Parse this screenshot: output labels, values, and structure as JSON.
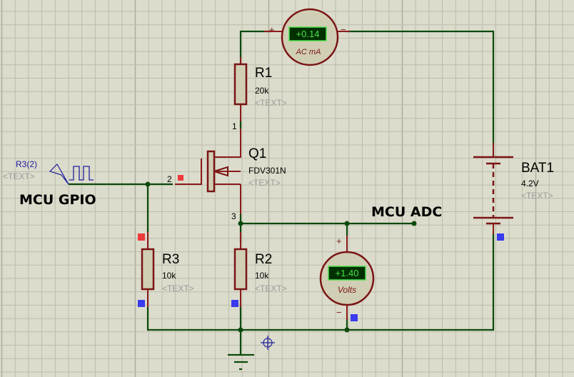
{
  "canvas": {
    "background": "#dcdccc",
    "grid_color": "#bcbcac",
    "wire_color": "#0c4a0c",
    "component_color": "#8b1a1a"
  },
  "labels": {
    "gpio": "MCU GPIO",
    "adc": "MCU ADC"
  },
  "generator": {
    "ref": "R3(2)",
    "text": "<TEXT>"
  },
  "ammeter": {
    "reading": "+0.14",
    "unit": "AC mA",
    "plus": "+",
    "minus": "−"
  },
  "voltmeter": {
    "reading": "+1.40",
    "unit": "Volts",
    "plus": "+",
    "minus": "−"
  },
  "r1": {
    "ref": "R1",
    "value": "20k",
    "text": "<TEXT>"
  },
  "r2": {
    "ref": "R2",
    "value": "10k",
    "text": "<TEXT>"
  },
  "r3": {
    "ref": "R3",
    "value": "10k",
    "text": "<TEXT>"
  },
  "q1": {
    "ref": "Q1",
    "part": "FDV301N",
    "text": "<TEXT>",
    "pin_gate": "2",
    "pin_drain": "1",
    "pin_source": "3"
  },
  "bat1": {
    "ref": "BAT1",
    "value": "4.2V",
    "text": "<TEXT>"
  }
}
